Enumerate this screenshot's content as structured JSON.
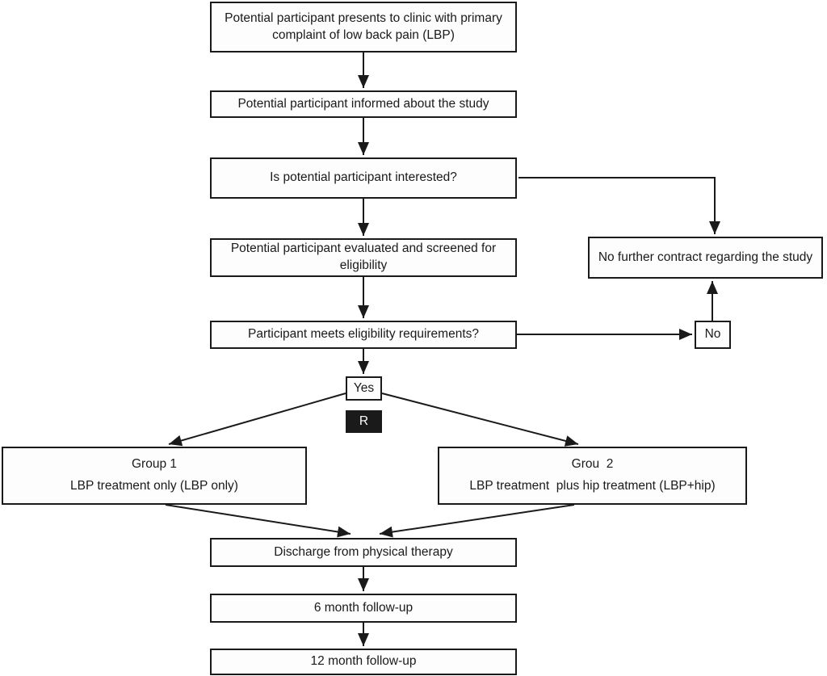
{
  "diagram": {
    "background": "#ffffff",
    "line_color": "#1a1a1a",
    "box_fill": "#fdfdfd",
    "randomization_fill": "#1a1a1a",
    "randomization_text_color": "#ffffff",
    "nodes": {
      "present": {
        "text": "Potential participant presents to clinic with primary complaint of low back pain (LBP)"
      },
      "informed": {
        "text": "Potential participant informed about the study"
      },
      "interested": {
        "text": "Is potential participant interested?"
      },
      "evaluated": {
        "text": "Potential participant evaluated and screened for eligibility"
      },
      "meets": {
        "text": "Participant meets eligibility requirements?"
      },
      "yes": {
        "text": "Yes"
      },
      "no": {
        "text": "No"
      },
      "randomization": {
        "text": "R"
      },
      "no_contact": {
        "text": "No further contract regarding the study"
      },
      "group1": {
        "title": "Group 1",
        "body": "LBP treatment only (LBP only)"
      },
      "group2": {
        "title": "Grou  2",
        "body": "LBP treatment  plus hip treatment (LBP+hip)"
      },
      "discharge": {
        "text": "Discharge from physical therapy"
      },
      "followup6": {
        "text": "6 month follow-up"
      },
      "followup12": {
        "text": "12 month follow-up"
      }
    }
  }
}
